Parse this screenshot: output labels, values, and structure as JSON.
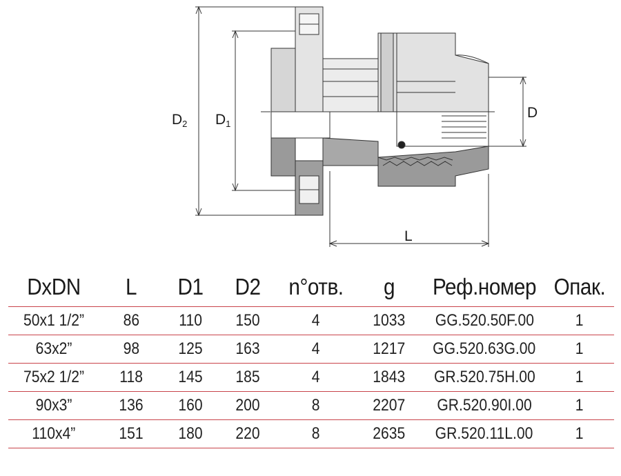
{
  "drawing": {
    "labels": {
      "d2_main": "D",
      "d2_sub": "2",
      "d1_main": "D",
      "d1_sub": "1",
      "d": "D",
      "l": "L"
    }
  },
  "table": {
    "headers": [
      "DxDN",
      "L",
      "D1",
      "D2",
      "n°отв.",
      "g",
      "Реф.номер",
      "Опак."
    ],
    "rows": [
      [
        "50x1 1/2”",
        "86",
        "110",
        "150",
        "4",
        "1033",
        "GG.520.50F.00",
        "1"
      ],
      [
        "63x2”",
        "98",
        "125",
        "163",
        "4",
        "1217",
        "GG.520.63G.00",
        "1"
      ],
      [
        "75x2 1/2”",
        "118",
        "145",
        "185",
        "4",
        "1843",
        "GR.520.75H.00",
        "1"
      ],
      [
        "90x3”",
        "136",
        "160",
        "200",
        "8",
        "2207",
        "GR.520.90I.00",
        "1"
      ],
      [
        "110x4”",
        "151",
        "180",
        "220",
        "8",
        "2635",
        "GR.520.11L.00",
        "1"
      ]
    ]
  },
  "colors": {
    "rule": "#c8434a",
    "part_dark": "#8a8a8a",
    "part_mid": "#b8b8b8",
    "part_light": "#e6e6e6"
  }
}
